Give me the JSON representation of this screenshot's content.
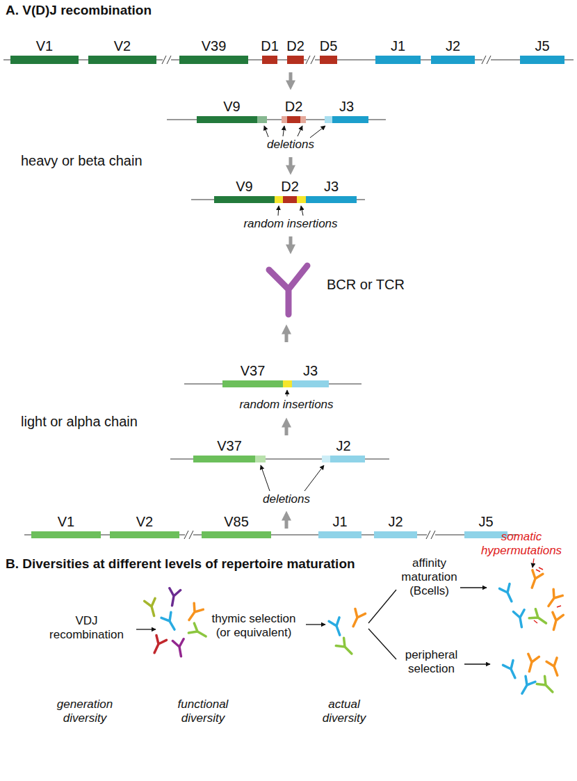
{
  "diagram": {
    "nodes": [
      {
        "text": [
          "V1"
        ]
      },
      {
        "text": [
          "V2"
        ]
      },
      {
        "text": [
          "V39"
        ]
      },
      {
        "text": [
          "D1"
        ]
      },
      {
        "text": [
          "D2"
        ]
      },
      {
        "text": [
          "D5"
        ]
      },
      {
        "text": [
          "J1"
        ]
      },
      {
        "text": [
          "J2"
        ]
      },
      {
        "text": [
          "J5"
        ]
      },
      {
        "text": [
          "V9"
        ]
      },
      {
        "text": [
          "D2"
        ]
      },
      {
        "text": [
          "J3"
        ]
      },
      {
        "text": [
          "V9"
        ]
      },
      {
        "text": [
          "D2"
        ]
      },
      {
        "text": [
          "J3"
        ]
      },
      {
        "text": [
          "V37"
        ]
      },
      {
        "text": [
          "J3"
        ]
      },
      {
        "text": [
          "V37"
        ]
      },
      {
        "text": [
          "J2"
        ]
      },
      {
        "text": [
          "V1"
        ]
      },
      {
        "text": [
          "V2"
        ]
      },
      {
        "text": [
          "V85"
        ]
      },
      {
        "text": [
          "J1"
        ]
      },
      {
        "text": [
          "J2"
        ]
      },
      {
        "text": [
          "J5"
        ]
      }
    ],
    "labels": [
      "A. V(D)J recombination",
      "deletions",
      "heavy or beta chain",
      "random insertions",
      "BCR or TCR",
      "random insertions",
      "light or alpha chain",
      "deletions",
      "B. Diversities at different levels of repertoire maturation",
      "VDJ recombination",
      "thymic selection (or equivalent)",
      "affinity maturation (Bcells)",
      "somatic hypermutations",
      "peripheral selection",
      "generation diversity",
      "functional diversity",
      "actual diversity"
    ]
  }
}
